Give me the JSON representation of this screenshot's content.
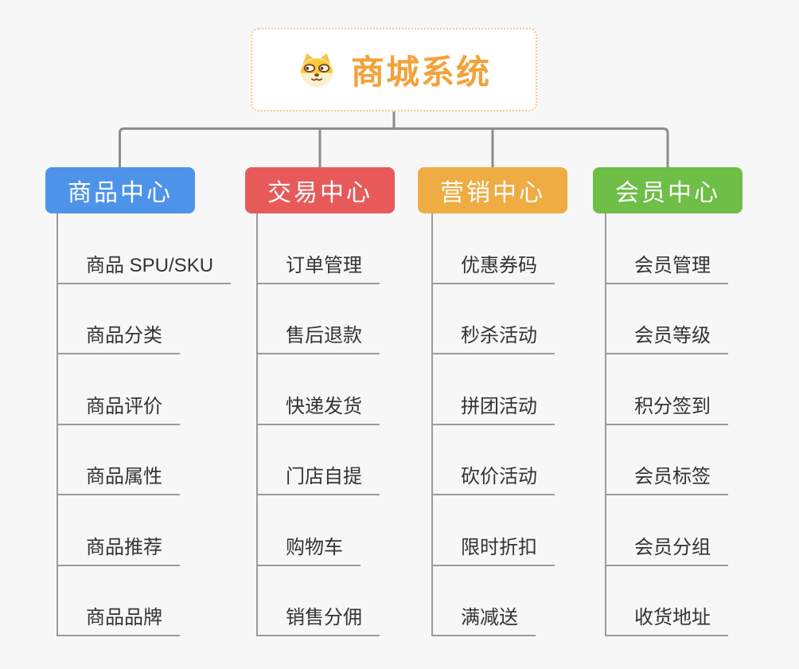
{
  "page": {
    "background": "#F7F7F7"
  },
  "root": {
    "title": "商城系统",
    "icon": "dog-face-icon",
    "text_color": "#F2A23B",
    "border_color": "#F6C98F",
    "background": "#FFFFFF"
  },
  "connectors": {
    "tree_color": "#8C8C8C",
    "spine_color": "#9B9B9B"
  },
  "item_text_color": "#333333",
  "branches": [
    {
      "label": "商品中心",
      "color": "#4D93EA",
      "items": [
        "商品 SPU/SKU",
        "商品分类",
        "商品评价",
        "商品属性",
        "商品推荐",
        "商品品牌"
      ]
    },
    {
      "label": "交易中心",
      "color": "#E85A5A",
      "items": [
        "订单管理",
        "售后退款",
        "快递发货",
        "门店自提",
        "购物车",
        "销售分佣"
      ]
    },
    {
      "label": "营销中心",
      "color": "#EEAC42",
      "items": [
        "优惠券码",
        "秒杀活动",
        "拼团活动",
        "砍价活动",
        "限时折扣",
        "满减送"
      ]
    },
    {
      "label": "会员中心",
      "color": "#6EBE47",
      "items": [
        "会员管理",
        "会员等级",
        "积分签到",
        "会员标签",
        "会员分组",
        "收货地址"
      ]
    }
  ]
}
